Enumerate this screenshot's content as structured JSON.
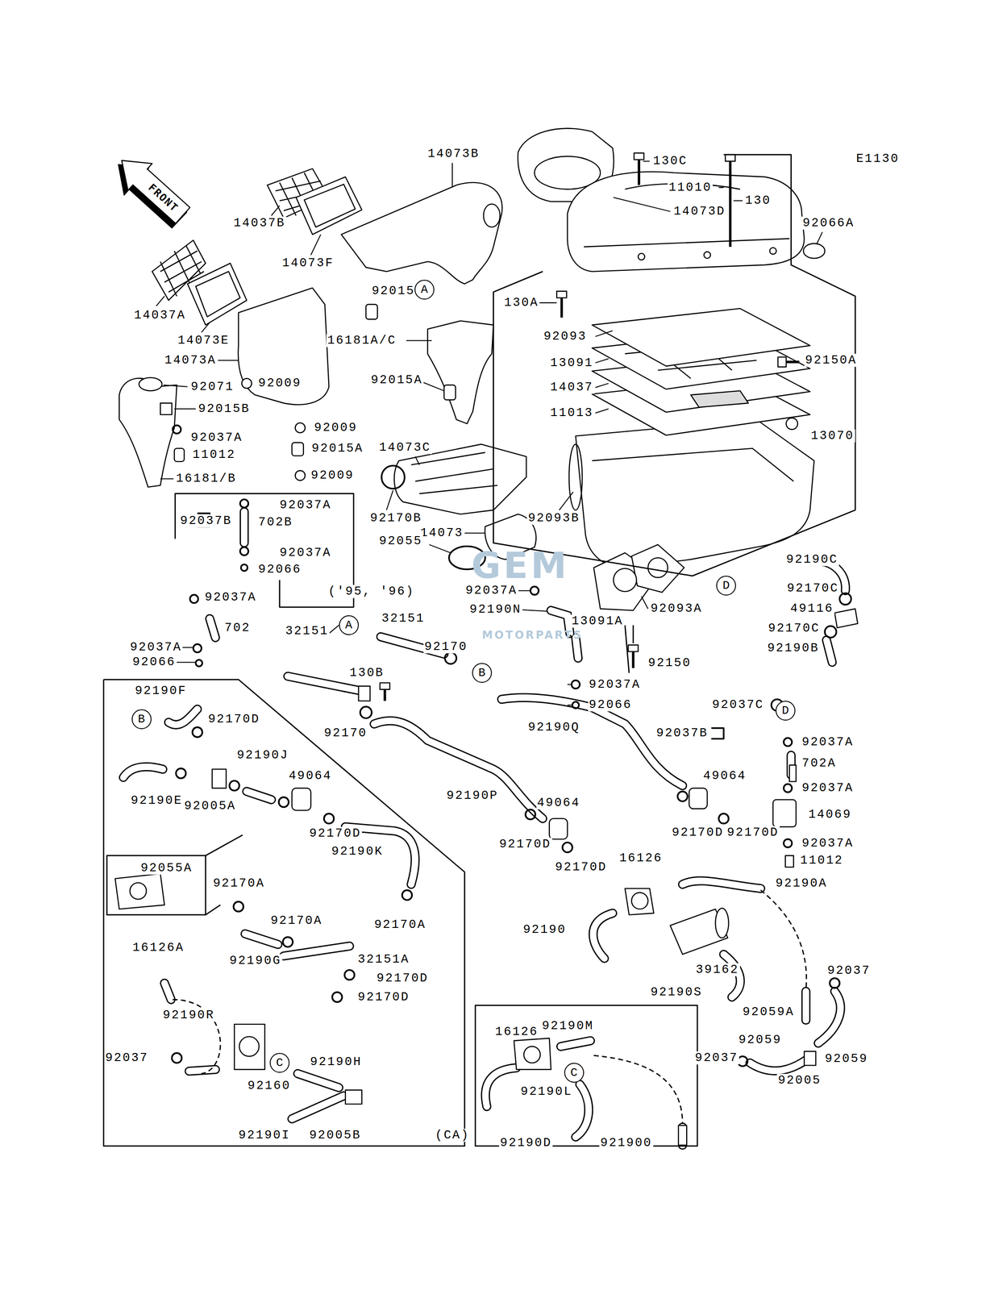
{
  "diagram": {
    "nodes": [
      {
        "text": [
          "A"
        ]
      },
      {
        "text": [
          "D"
        ]
      },
      {
        "text": [
          "A"
        ]
      },
      {
        "text": [
          "B"
        ]
      },
      {
        "text": [
          "D"
        ]
      },
      {
        "text": [
          "B"
        ]
      },
      {
        "text": [
          "C"
        ]
      },
      {
        "text": [
          "C"
        ]
      }
    ],
    "labels": [
      "GEM",
      "MOTORPARTS",
      "FRONT",
      "E1130",
      "130C",
      "11010",
      "14073D",
      "130",
      "92066A",
      "14073B",
      "14037B",
      "14073F",
      "92015",
      "14037A",
      "14073E",
      "16181A/C",
      "14073A",
      "92071",
      "92009",
      "92015A",
      "92015B",
      "92037A",
      "92009",
      "92015A",
      "11012",
      "16181/B",
      "92009",
      "92037A",
      "92037B",
      "702B",
      "92037A",
      "92066",
      "('95, '96)",
      "92037A",
      "702",
      "92037A",
      "92066",
      "14073C",
      "92170B",
      "14073",
      "92055",
      "130A",
      "92093",
      "13091",
      "14037",
      "11013",
      "92150A",
      "13070",
      "92093B",
      "92190C",
      "92037A",
      "92190N",
      "13091A",
      "92093A",
      "92150",
      "92170C",
      "49116",
      "92170C",
      "92190B",
      "92037C",
      "92037A",
      "92066",
      "32151",
      "32151",
      "92170",
      "130B",
      "92170",
      "92190Q",
      "92037B",
      "92037A",
      "702A",
      "92037A",
      "14069",
      "92037A",
      "11012",
      "92190F",
      "92170D",
      "92190J",
      "49064",
      "92190E",
      "92005A",
      "92190P",
      "49064",
      "49064",
      "92170D",
      "92170D",
      "92055A",
      "92170D",
      "92190K",
      "92170D",
      "92170D",
      "16126",
      "92190A",
      "92170A",
      "92170A",
      "92190",
      "16126A",
      "92170A",
      "92190G",
      "32151A",
      "92170D",
      "92170D",
      "39162",
      "92190S",
      "92037",
      "92059A",
      "92190R",
      "92037",
      "92160",
      "92190H",
      "92190I",
      "92005B",
      "(CA)",
      "92190M",
      "16126",
      "92190L",
      "92190D",
      "921900",
      "92059",
      "92059",
      "92005",
      "92037"
    ]
  }
}
